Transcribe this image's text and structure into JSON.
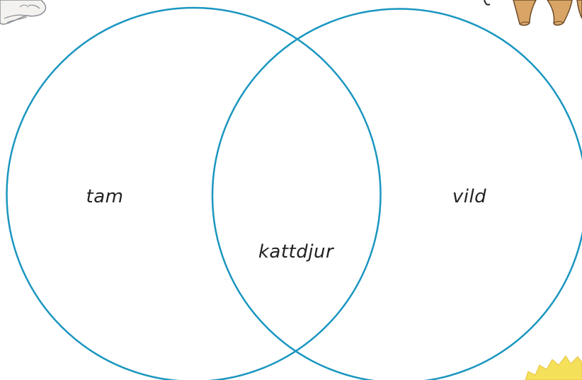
{
  "diagram": {
    "type": "venn",
    "circle_color": "#1a96c0",
    "labels": {
      "left": "tam",
      "right": "vild",
      "overlap": "kattdjur"
    }
  },
  "decorations": {
    "top_left": "cat-illustration-icon",
    "top_right": "wild-cat-legs-icon",
    "bottom_right": "sun-icon",
    "sun_color": "#f5e05a"
  }
}
